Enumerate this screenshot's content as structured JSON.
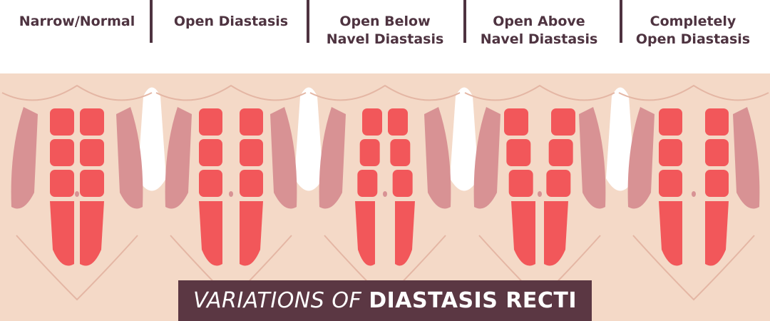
{
  "columns": [
    {
      "label": "Narrow/Normal",
      "type": "narrow"
    },
    {
      "label": "Open Diastasis",
      "type": "open"
    },
    {
      "label": "Open Below\nNavel Diastasis",
      "type": "below"
    },
    {
      "label": "Open Above\nNavel Diastasis",
      "type": "above"
    },
    {
      "label": "Completely\nOpen Diastasis",
      "type": "complete"
    }
  ],
  "title": {
    "prefix": "VARIATIONS OF",
    "emphasis": "DIASTASIS RECTI"
  },
  "colors": {
    "header_bg": "#ffffff",
    "label_text": "#4e3340",
    "skin": "#f4d9c7",
    "skin_outline": "#e4b6a4",
    "side_muscle": "#d89294",
    "rectus": "#f2575a",
    "banner_bg": "#5b3743",
    "banner_text": "#ffffff"
  }
}
